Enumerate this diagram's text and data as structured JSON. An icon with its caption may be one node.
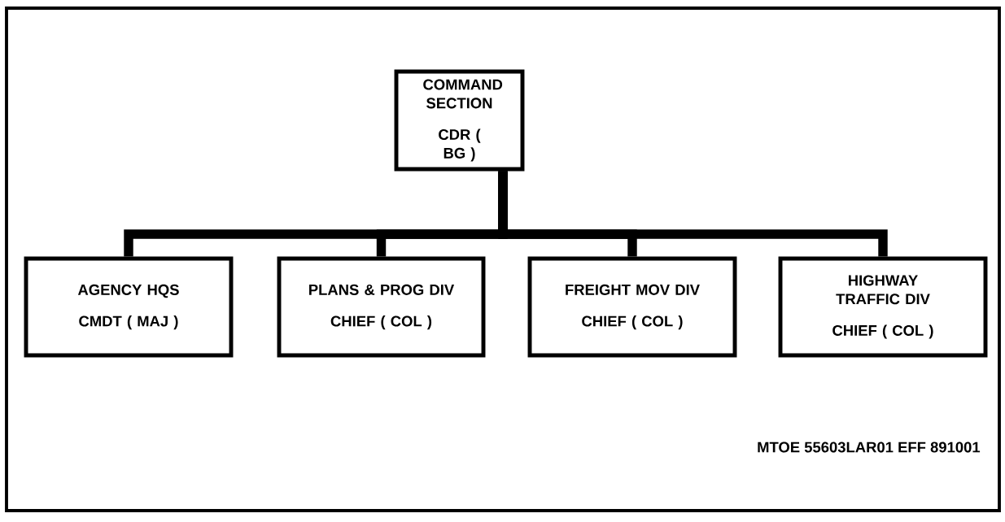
{
  "diagram": {
    "nodes": [
      {
        "text": [
          "COMMAND SECTION",
          "CDR ( BG )"
        ]
      },
      {
        "text": [
          "AGENCY HQS",
          "CMDT ( MAJ )"
        ]
      },
      {
        "text": [
          "PLANS & PROG DIV",
          "CHIEF ( COL )"
        ]
      },
      {
        "text": [
          "FREIGHT MOV DIV",
          "CHIEF ( COL )"
        ]
      },
      {
        "text": [
          "HIGHWAY TRAFFIC DIV",
          "CHIEF ( COL )"
        ]
      }
    ],
    "edges": [
      {
        "from": 0,
        "to": 1,
        "arrow": "none"
      },
      {
        "from": 0,
        "to": 2,
        "arrow": "none"
      },
      {
        "from": 0,
        "to": 3,
        "arrow": "none"
      },
      {
        "from": 0,
        "to": 4,
        "arrow": "none"
      }
    ],
    "labels": [
      "MTOE 55603LAR01 EFF 891001"
    ]
  }
}
